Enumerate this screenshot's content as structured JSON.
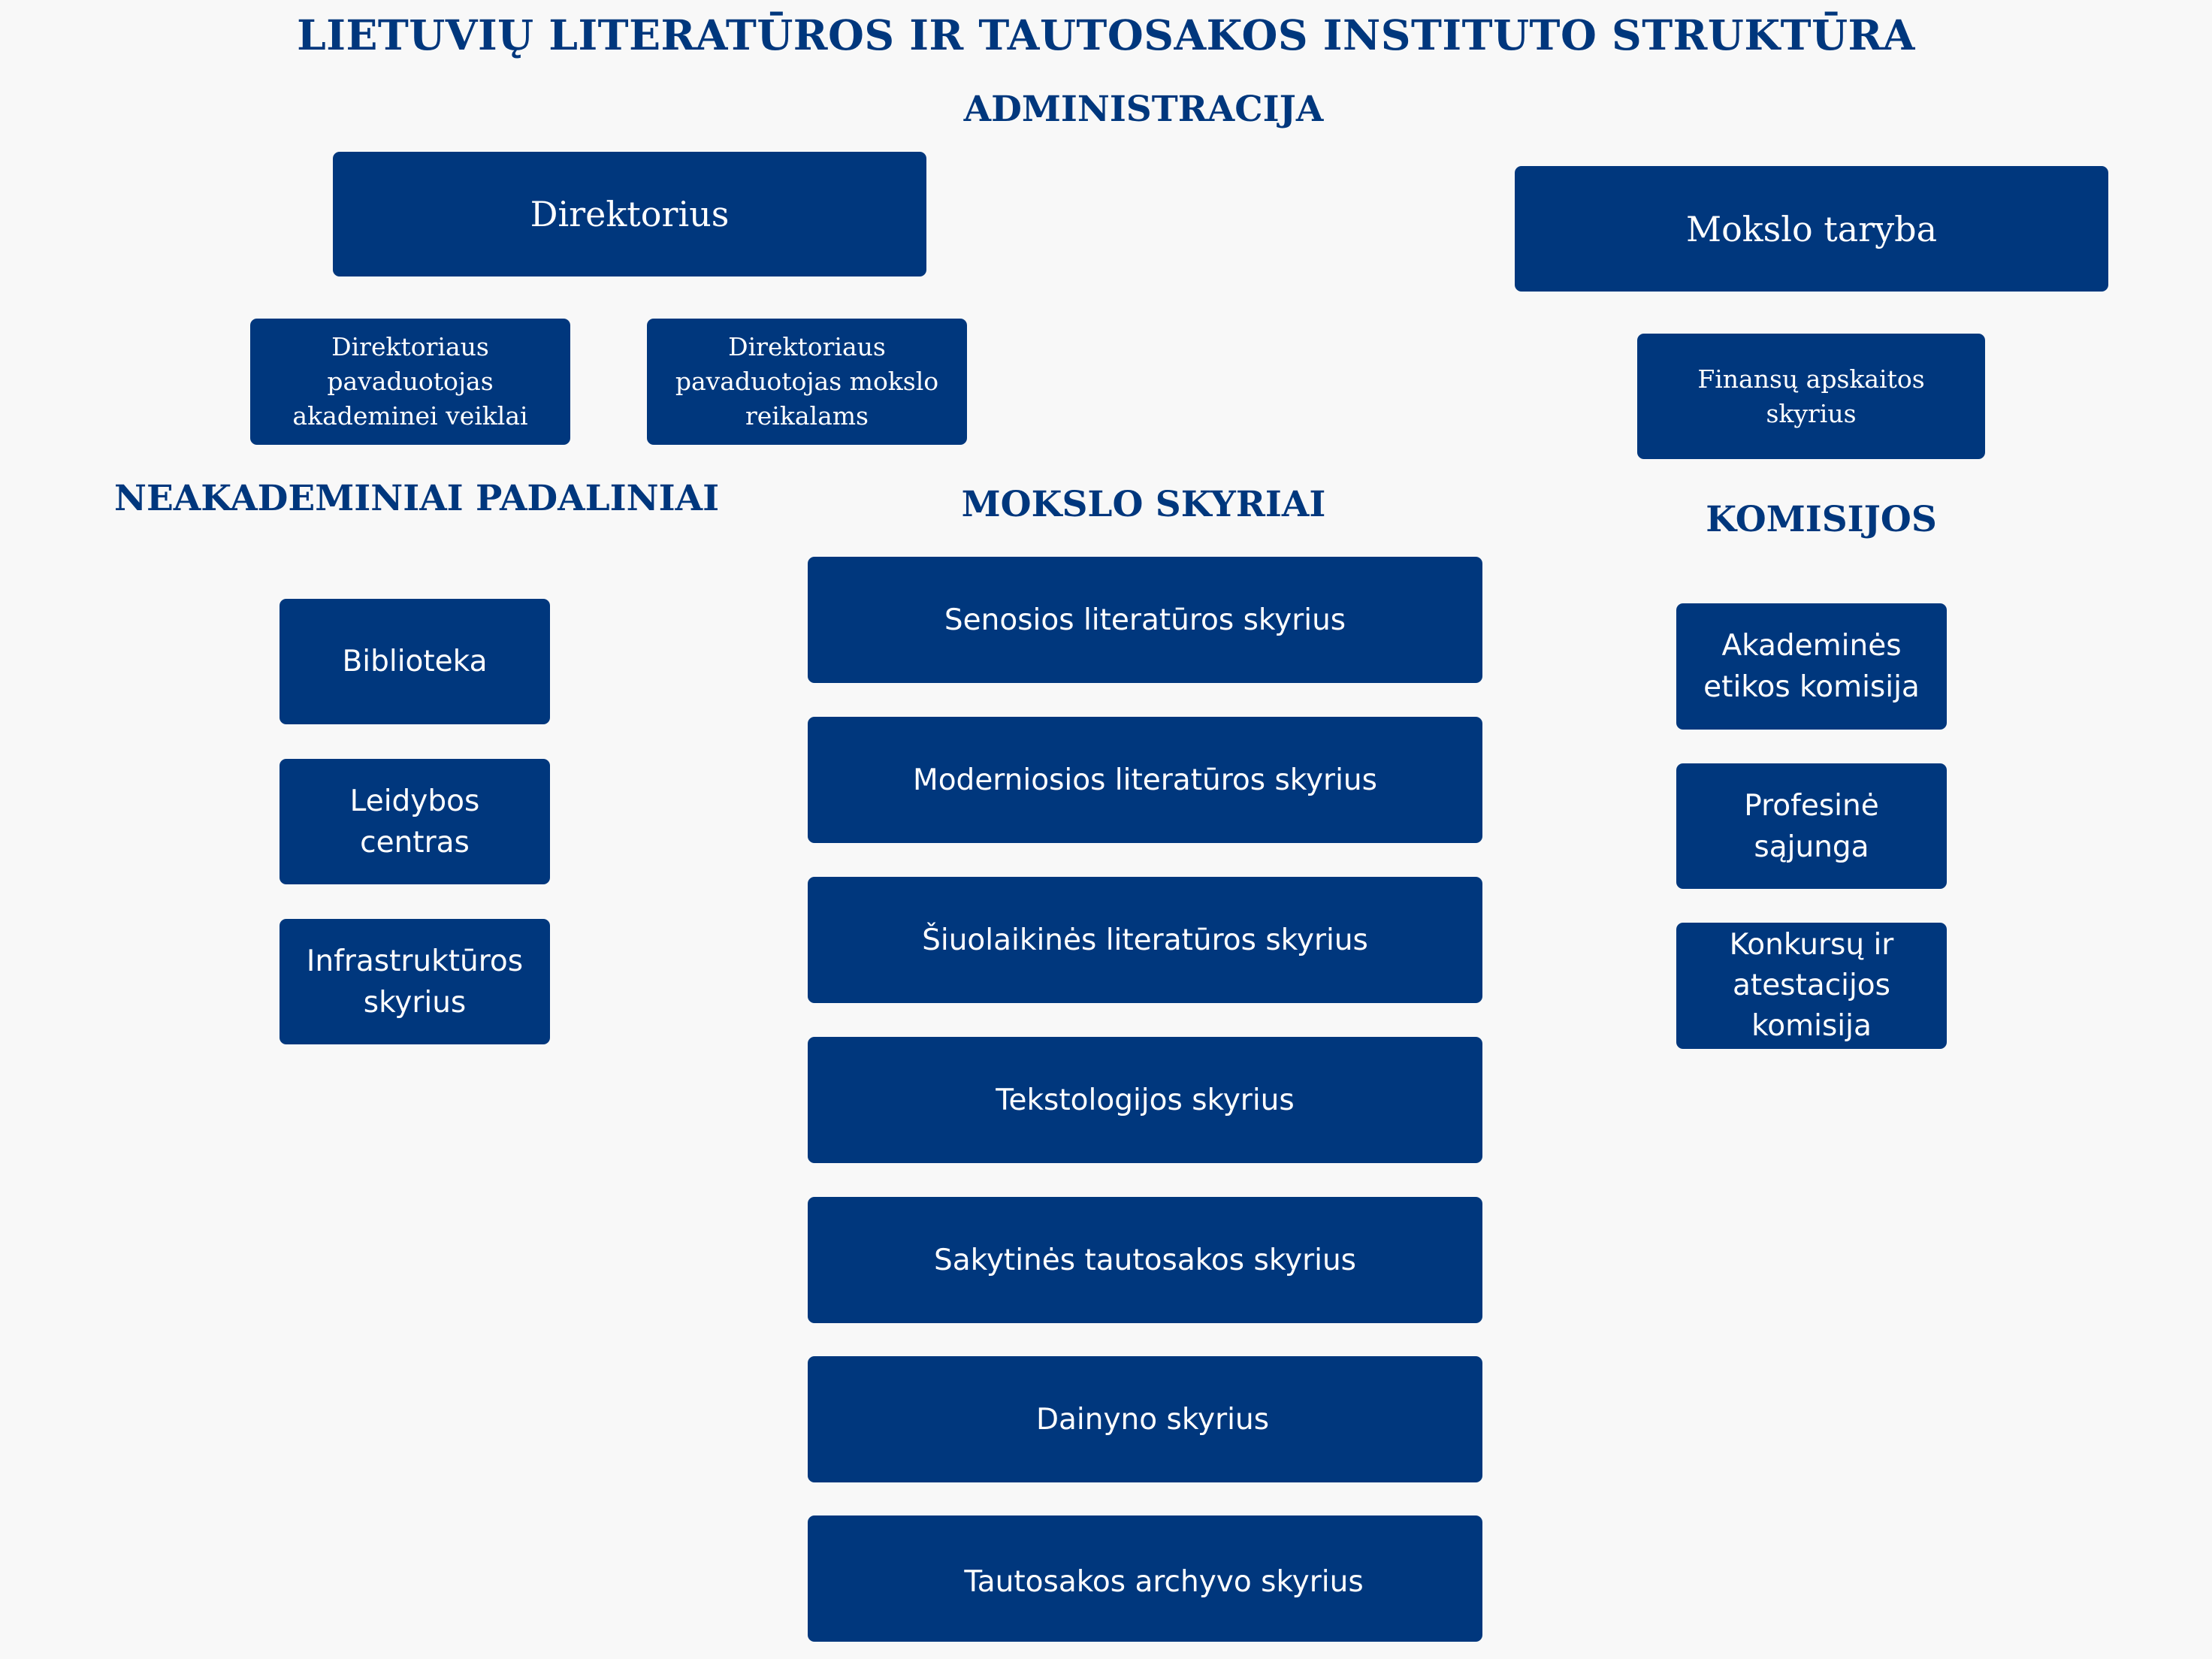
{
  "title": "LIETUVIŲ LITERATŪROS IR TAUTOSAKOS INSTITUTO STRUKTŪRA",
  "administracija": {
    "heading": "ADMINISTRACIJA",
    "direktorius": "Direktorius",
    "mokslo_taryba": "Mokslo taryba",
    "pavaduotojas_akademinei": "Direktoriaus pavaduotojas akademinei veiklai",
    "pavaduotojas_mokslo": "Direktoriaus pavaduotojas mokslo reikalams",
    "finansu": "Finansų apskaitos skyrius"
  },
  "neakademiniai": {
    "heading": "NEAKADEMINIAI PADALINIAI",
    "items": [
      "Biblioteka",
      "Leidybos centras",
      "Infrastruktūros skyrius"
    ]
  },
  "mokslo_skyriai": {
    "heading": "MOKSLO SKYRIAI",
    "items": [
      "Senosios literatūros skyrius",
      "Moderniosios literatūros skyrius",
      "Šiuolaikinės literatūros skyrius",
      "Tekstologijos skyrius",
      "Sakytinės tautosakos skyrius",
      "Dainyno skyrius",
      "Tautosakos archyvo skyrius"
    ]
  },
  "komisijos": {
    "heading": "KOMISIJOS",
    "items": [
      "Akademinės etikos komisija",
      "Profesinė sąjunga",
      "Konkursų ir atestacijos komisija"
    ]
  },
  "colors": {
    "box": "#00377d",
    "text": "#ffffff",
    "heading": "#00377d",
    "background": "#f8f8f8"
  }
}
